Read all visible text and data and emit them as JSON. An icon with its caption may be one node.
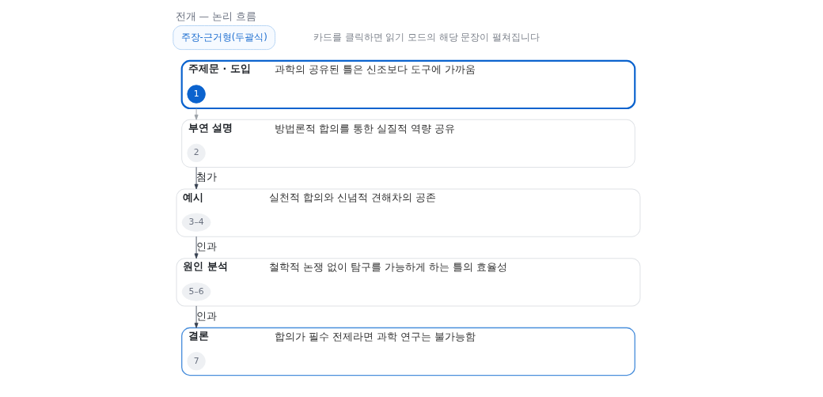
{
  "diagram": {
    "title": "전개 — 논리 흐름",
    "nodes": [
      {
        "text": [
          "주장-근거형(두괄식)"
        ]
      },
      {
        "text": [
          "주제문 · 도입",
          "과학의 공유된 틀은 신조보다 도구에 가까움"
        ]
      },
      {
        "text": [
          "1"
        ],
        "in": 1
      },
      {
        "text": [
          "부연 설명",
          "방법론적 합의를 통한 실질적 역량 공유"
        ]
      },
      {
        "text": [
          "2"
        ],
        "in": 3
      },
      {
        "text": [
          "예시",
          "실천적 합의와 신념적 견해차의 공존"
        ]
      },
      {
        "text": [
          "3–4"
        ],
        "in": 5
      },
      {
        "text": [
          "원인 분석",
          "철학적 논쟁 없이 탐구를 가능하게 하는 틀의 효율성"
        ]
      },
      {
        "text": [
          "5–6"
        ],
        "in": 7
      },
      {
        "text": [
          "결론",
          "합의가 필수 전제라면 과학 연구는 불가능함"
        ]
      },
      {
        "text": [
          "7"
        ],
        "in": 9
      }
    ],
    "edges": [
      {
        "from": 1,
        "to": 3,
        "arrow": "to",
        "color": "#9aa0a6"
      },
      {
        "from": 3,
        "to": 5,
        "arrow": "to",
        "label": "첨가"
      },
      {
        "from": 5,
        "to": 7,
        "arrow": "to",
        "label": "인과"
      },
      {
        "from": 7,
        "to": 9,
        "arrow": "to",
        "label": "인과"
      }
    ],
    "labels": [
      "카드를 클릭하면 읽기 모드의 해당 문장이 펼쳐집니다"
    ]
  }
}
